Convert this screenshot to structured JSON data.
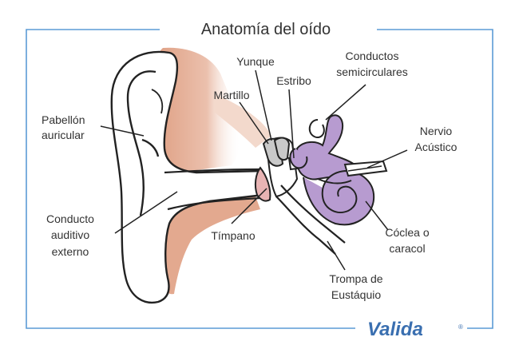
{
  "title": "Anatomía del oído",
  "labels": {
    "pabellon_1": "Pabellón",
    "pabellon_2": "auricular",
    "conducto_1": "Conducto",
    "conducto_2": "auditivo",
    "conducto_3": "externo",
    "yunque": "Yunque",
    "estribo": "Estribo",
    "martillo": "Martillo",
    "semicirc_1": "Conductos",
    "semicirc_2": "semicirculares",
    "nervio_1": "Nervio",
    "nervio_2": "Acústico",
    "timpano": "Tímpano",
    "coclea_1": "Cóclea o",
    "coclea_2": "caracol",
    "trompa_1": "Trompa de",
    "trompa_2": "Eustáquio"
  },
  "logo": {
    "text": "Valida",
    "mark": "®"
  },
  "colors": {
    "frame": "#5b9bd5",
    "skin": "#e3a98f",
    "cochlea": "#b79bd0",
    "ossicle": "#c9c9c9",
    "line": "#222222",
    "logo": "#3a6fb0"
  }
}
